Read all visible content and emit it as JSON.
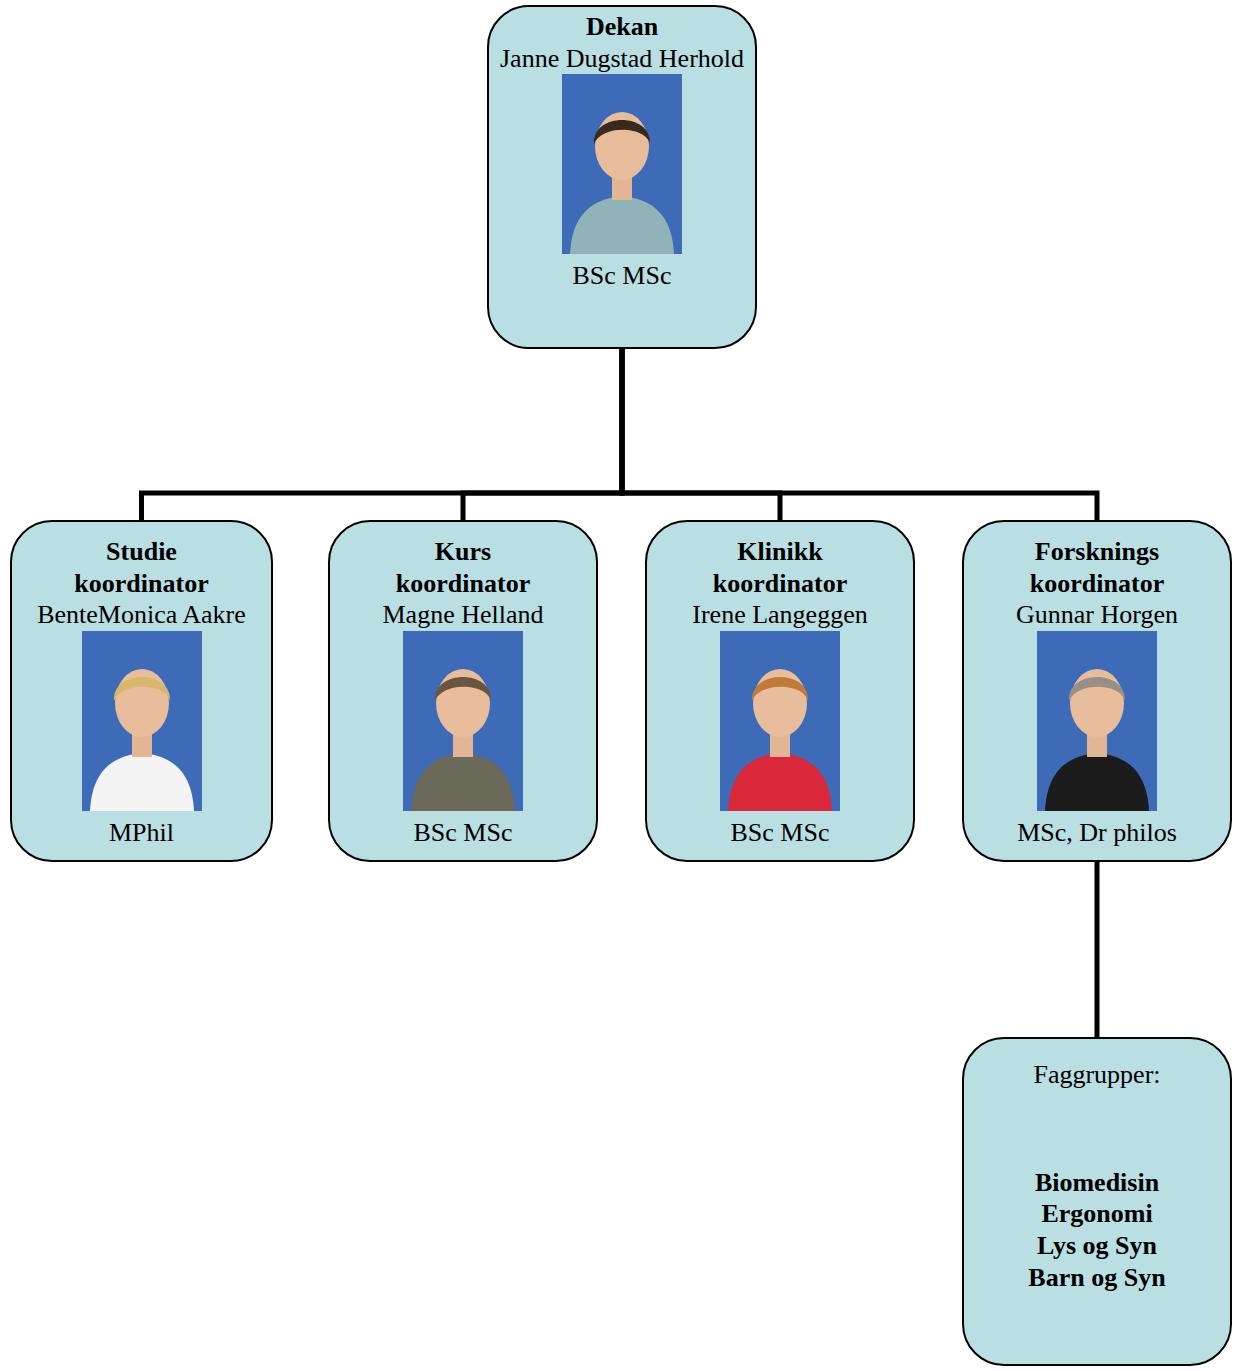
{
  "diagram": {
    "nodes": [
      {
        "text": [
          "Dekan",
          "Janne Dugstad Herhold",
          "BSc MSc"
        ]
      },
      {
        "text": [
          "Studie koordinator",
          "BenteMonica Aakre",
          "MPhil"
        ]
      },
      {
        "text": [
          "Kurs koordinator",
          "Magne Helland",
          "BSc MSc"
        ]
      },
      {
        "text": [
          "Klinikk koordinator",
          "Irene Langeggen",
          "BSc MSc"
        ]
      },
      {
        "text": [
          "Forsknings koordinator",
          "Gunnar Horgen",
          "MSc, Dr philos"
        ]
      },
      {
        "text": [
          "Faggrupper:",
          "Biomedisin",
          "Ergonomi",
          "Lys og Syn",
          "Barn og Syn"
        ]
      }
    ],
    "edges": [
      {
        "from": 0,
        "to": 1,
        "arrow": "none"
      },
      {
        "from": 0,
        "to": 2,
        "arrow": "none"
      },
      {
        "from": 0,
        "to": 3,
        "arrow": "none"
      },
      {
        "from": 0,
        "to": 4,
        "arrow": "none"
      },
      {
        "from": 4,
        "to": 5,
        "arrow": "none"
      }
    ]
  }
}
